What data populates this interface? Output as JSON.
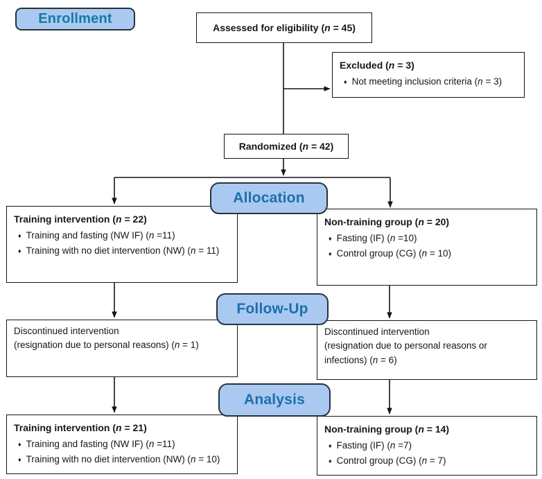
{
  "ui": {
    "bullet_glyph": "♦",
    "colors": {
      "badge_fill": "#A9C9F1",
      "badge_border": "#28323C",
      "badge_text_enrollment": "#1779A4",
      "badge_text_stage": "#1C6FAE",
      "box_border": "#141414",
      "text": "#161616",
      "background": "#FFFFFF"
    }
  },
  "stages": {
    "enrollment": "Enrollment",
    "allocation": "Allocation",
    "followup": "Follow-Up",
    "analysis": "Analysis"
  },
  "enrollment": {
    "assessed": "Assessed for eligibility (n = 45)",
    "excluded_title": "Excluded (n = 3)",
    "excluded_items": [
      "Not meeting inclusion criteria (n = 3)"
    ],
    "randomized": "Randomized (n = 42)"
  },
  "allocation": {
    "left": {
      "title": "Training intervention (n = 22)",
      "items": [
        "Training and fasting (NW IF) (n =11)",
        "Training with no diet intervention (NW) (n = 11)"
      ]
    },
    "right": {
      "title": "Non-training group (n = 20)",
      "items": [
        "Fasting (IF) (n =10)",
        "Control group (CG) (n = 10)"
      ]
    }
  },
  "followup": {
    "left": {
      "lines": [
        "Discontinued intervention",
        "(resignation due to personal reasons) (n = 1)"
      ]
    },
    "right": {
      "lines": [
        "Discontinued intervention",
        "(resignation due to personal reasons or infections) (n = 6)"
      ]
    }
  },
  "analysis": {
    "left": {
      "title": "Training intervention (n = 21)",
      "items": [
        "Training and fasting (NW IF) (n =11)",
        "Training with no diet intervention (NW) (n = 10)"
      ]
    },
    "right": {
      "title": "Non-training group (n = 14)",
      "items": [
        "Fasting (IF) (n =7)",
        "Control group (CG) (n = 7)"
      ]
    }
  }
}
